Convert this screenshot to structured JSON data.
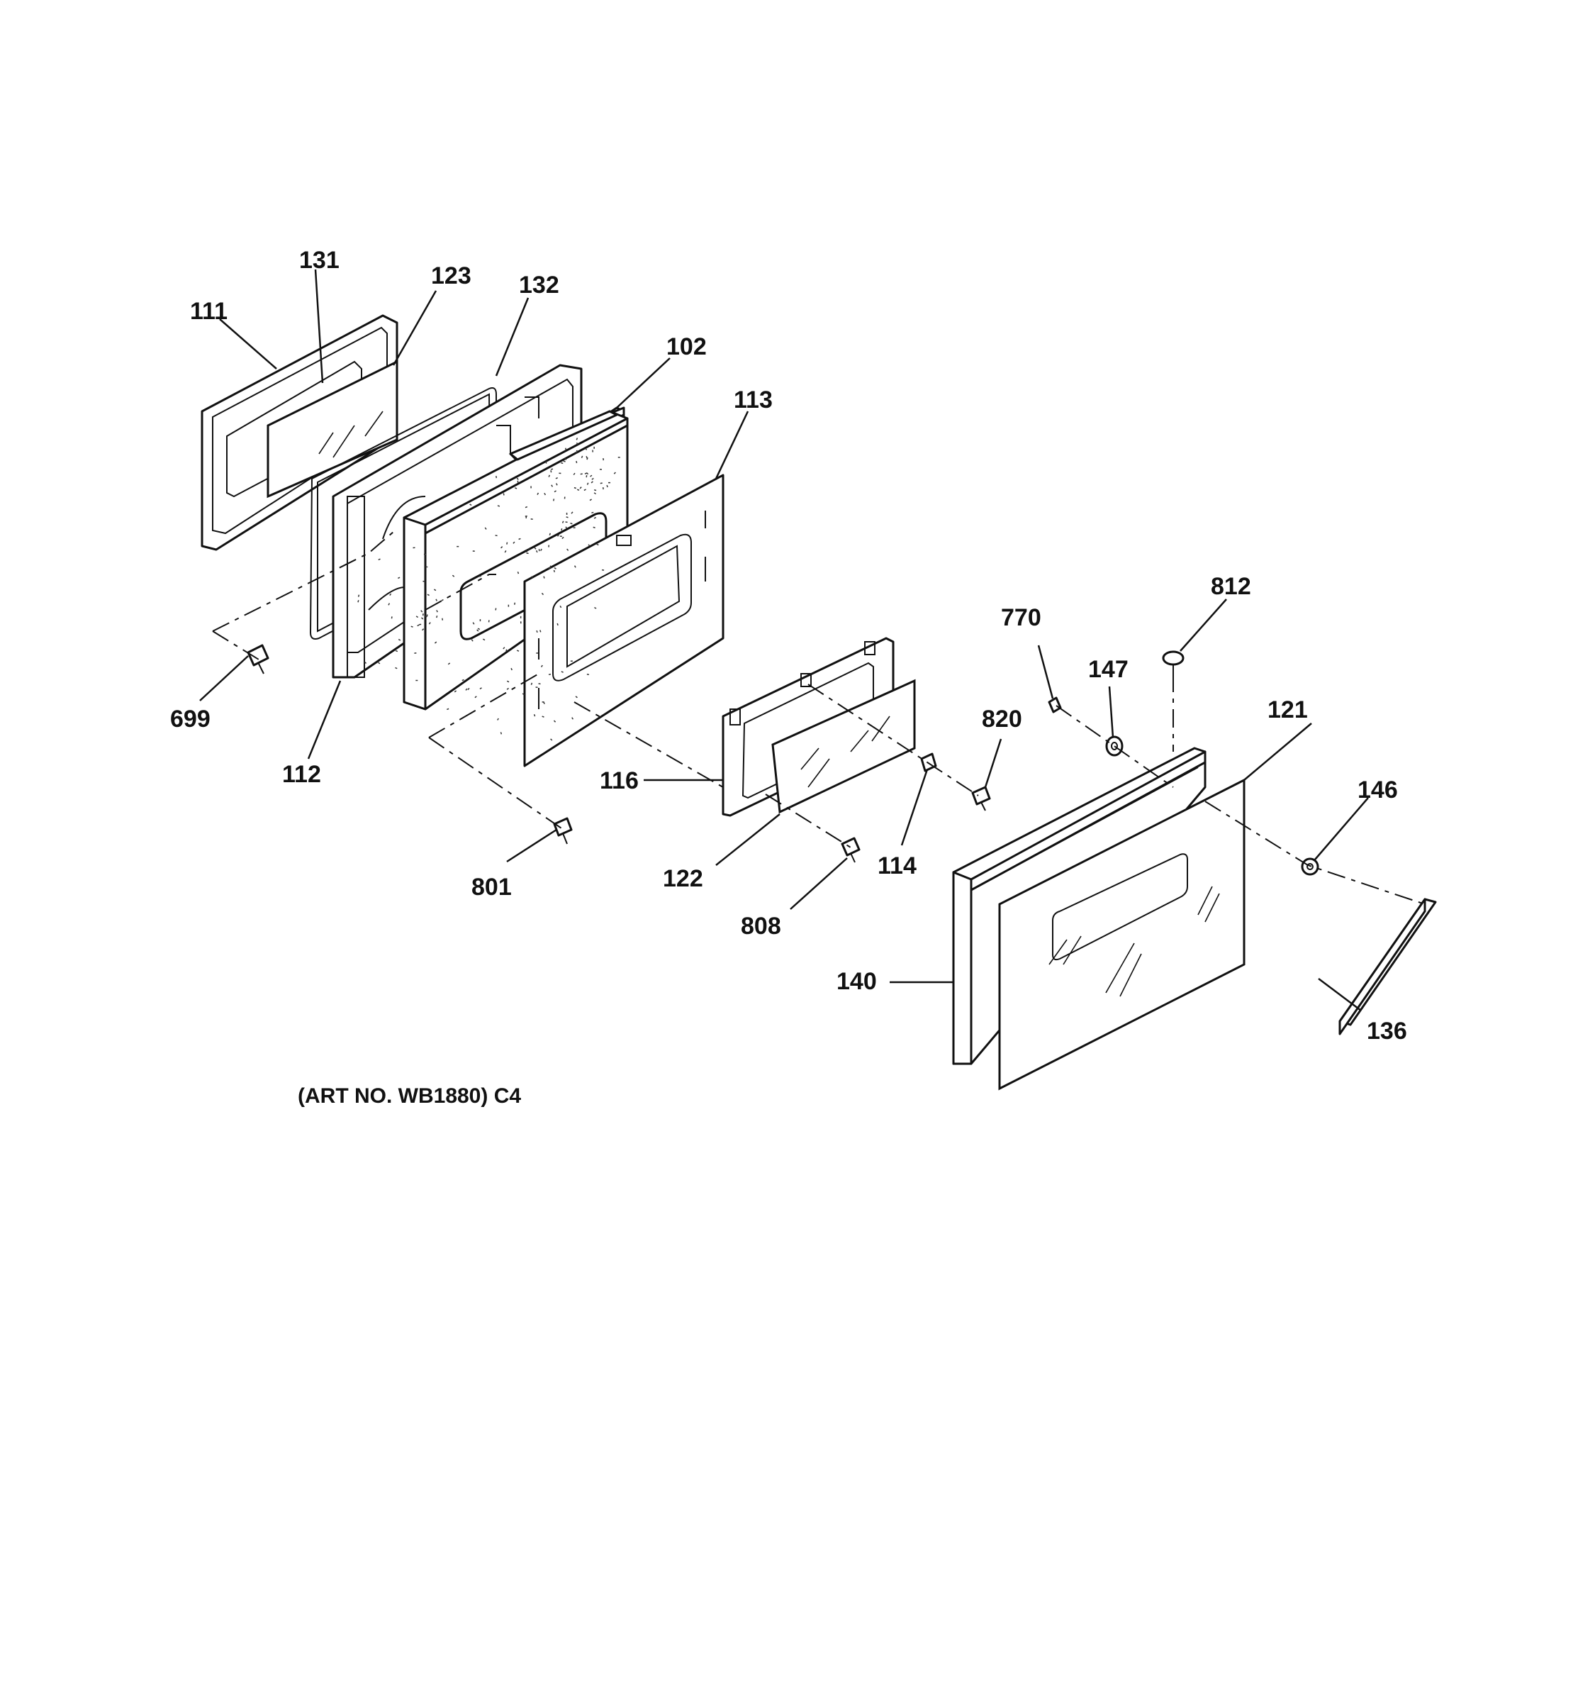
{
  "caption": "(ART NO. WB1880) C4",
  "callouts": {
    "p111": "111",
    "p131": "131",
    "p123": "123",
    "p132": "132",
    "p102": "102",
    "p113": "113",
    "p699": "699",
    "p112": "112",
    "p116": "116",
    "p801": "801",
    "p122": "122",
    "p808": "808",
    "p114": "114",
    "p820": "820",
    "p770": "770",
    "p147": "147",
    "p812": "812",
    "p121": "121",
    "p146": "146",
    "p140": "140",
    "p136": "136"
  }
}
